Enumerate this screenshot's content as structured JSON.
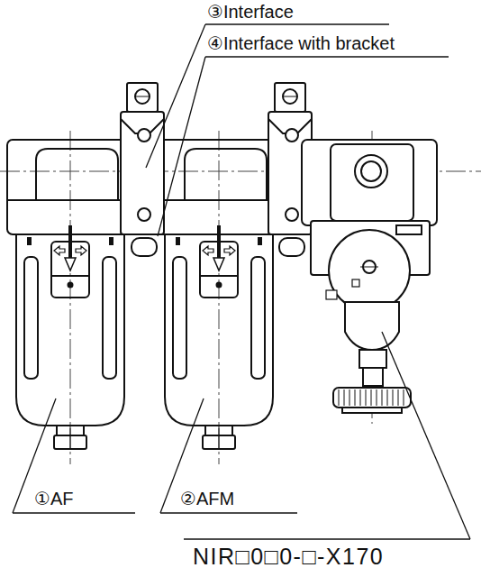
{
  "diagram": {
    "labels": [
      "③Interface",
      "④Interface with bracket",
      "①AF",
      "②AFM",
      "NIR□0□0-□-X170"
    ]
  }
}
